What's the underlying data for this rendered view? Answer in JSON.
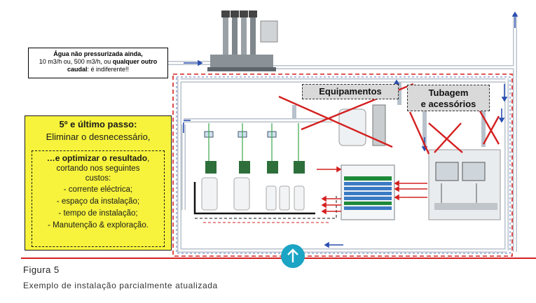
{
  "note_top": {
    "line1_bold": "Água",
    "line1_rest": " não pressurizada ainda,",
    "line2": "10 m3/h ou, 500 m3/h, ou ",
    "line2_bold": "qualquer outro",
    "line3_bold": "caudal",
    "line3_rest": ": é indiferente!!"
  },
  "step": {
    "title": "5º e último passo:",
    "subtitle": "Eliminar o desnecessário,"
  },
  "optimize": {
    "lead_bold": "…e optimizar o resultado",
    "lead_rest": ",",
    "line2": "cortando nos seguintes",
    "line3": "custos:",
    "items": [
      "-      corrente eléctrica;",
      "-    espaço da instalação;",
      "-      tempo de instalação;",
      "-   Manutenção & exploração."
    ]
  },
  "tags": {
    "equipamentos": "Equipamentos",
    "tubagem_line1": "Tubagem",
    "tubagem_line2": "e acessórios"
  },
  "caption": {
    "title": "Figura 5",
    "subtitle": "Exemplo de instalação parcialmente atualizada"
  },
  "colors": {
    "accent_red": "#d42020",
    "pipe_blue": "#2a4fb0",
    "highlight_yellow": "#f7f33c",
    "button_teal": "#1ba4c4"
  },
  "icons": {
    "scroll_up": "arrow-up-icon"
  }
}
